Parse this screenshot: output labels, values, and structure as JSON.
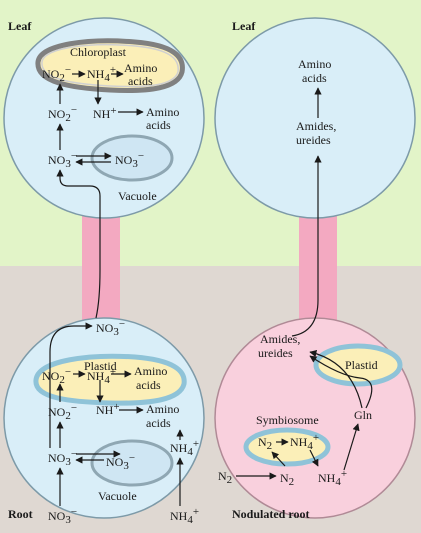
{
  "colors": {
    "top_bg": "#e2f4c8",
    "bottom_bg": "#dfd8d2",
    "leaf_cell": "#d9eef8",
    "root_cell": "#d9eef8",
    "nodulated_cell": "#f9d0dd",
    "vessel": "#f3a9c1",
    "organelle_fill": "#fbefb8",
    "organelle_membrane": "#8fc3d8",
    "vacuole_fill": "#cfe6f3"
  },
  "panels": {
    "leaf_left": "Leaf",
    "leaf_right": "Leaf",
    "root": "Root",
    "nodulated_root": "Nodulated root"
  },
  "organelles": {
    "chloroplast": "Chloroplast",
    "plastid_left": "Plastid",
    "plastid_right": "Plastid",
    "vacuole_top": "Vacuole",
    "vacuole_bottom": "Vacuole",
    "symbiosome": "Symbiosome"
  },
  "species": {
    "no2": "NO",
    "no3": "NO",
    "nh4": "NH",
    "n2": "N",
    "sub2": "2",
    "sub3": "3",
    "sub4": "4",
    "sup_minus": "−",
    "sup_plus": "+",
    "amino": "Amino",
    "acids": "acids",
    "amides": "Amides,",
    "ureides": "ureides",
    "gln": "Gln"
  }
}
